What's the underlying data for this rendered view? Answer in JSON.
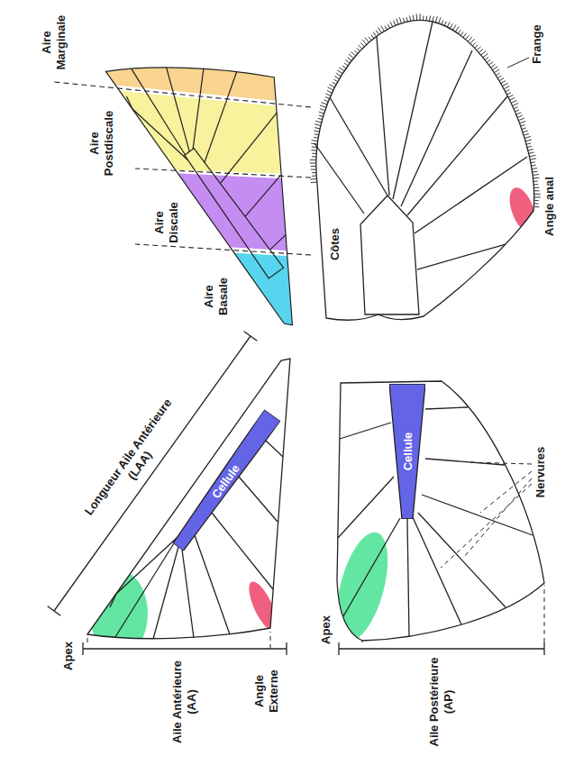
{
  "diagram": {
    "nodes": [
      {
        "text": [
          "Cellule"
        ]
      },
      {
        "text": [
          "Cellule"
        ]
      }
    ],
    "labels": [
      "Longueur Aile Antérieure (LAA)",
      "Aile Antérieure (AA)",
      "Apex",
      "Angle Externe",
      "Aile Postérieure (AP)",
      "Apex",
      "Nervures",
      "Aire Basale",
      "Aire Discale",
      "Aire Postdiscale",
      "Aire Marginale",
      "Côtes",
      "Frange",
      "Angle anal"
    ]
  }
}
